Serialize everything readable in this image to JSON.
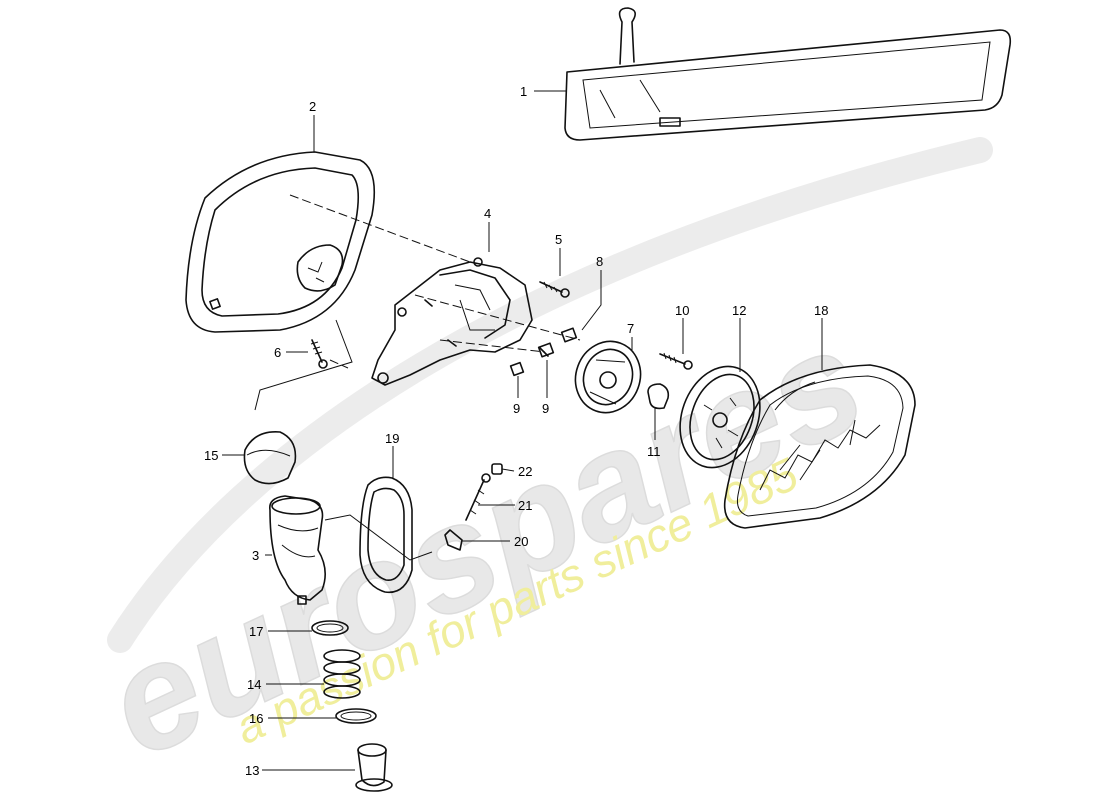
{
  "watermark": {
    "brand": "eurospares",
    "tagline": "a passion for parts since 1985",
    "brand_color": "#e6e6e6",
    "tagline_color": "#f2f0a0"
  },
  "callouts": {
    "p1": "1",
    "p2": "2",
    "p3": "3",
    "p4": "4",
    "p5": "5",
    "p6": "6",
    "p7": "7",
    "p8": "8",
    "p9a": "9",
    "p9b": "9",
    "p10": "10",
    "p11": "11",
    "p12": "12",
    "p13": "13",
    "p14": "14",
    "p15": "15",
    "p16": "16",
    "p17": "17",
    "p18": "18",
    "p19": "19",
    "p20": "20",
    "p21": "21",
    "p22": "22"
  }
}
